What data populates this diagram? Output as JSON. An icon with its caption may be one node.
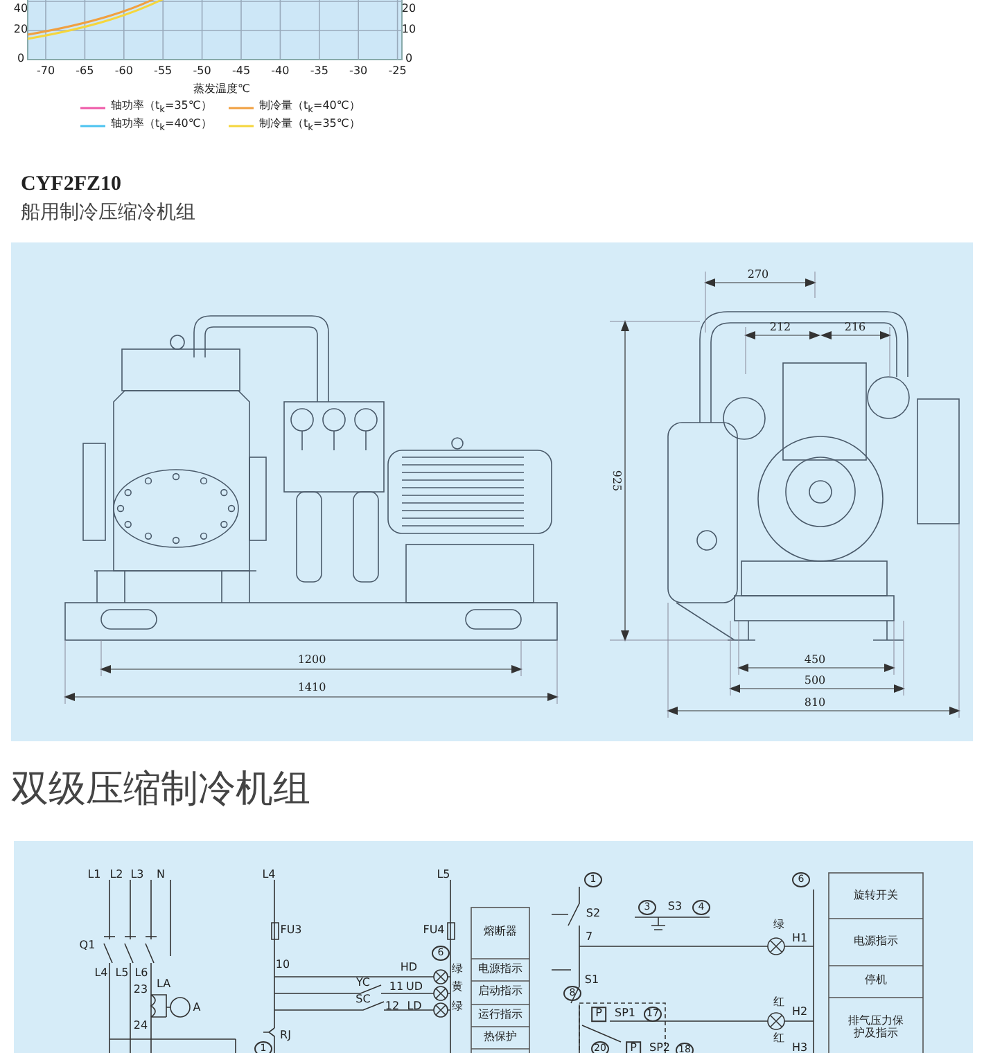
{
  "diagram": {
    "labels": [
      "40",
      "20",
      "0",
      "20",
      "10",
      "0",
      "-70",
      "-65",
      "-60",
      "-55",
      "-50",
      "-45",
      "-40",
      "-35",
      "-30",
      "-25",
      "蒸发温度℃",
      "CYF2FZ10",
      "船用制冷压缩冷机组",
      "270",
      "212",
      "216",
      "925",
      "1200",
      "450",
      "500",
      "1410",
      "810",
      "双级压缩制冷机组",
      "L1",
      "L2",
      "L3",
      "N",
      "Q1",
      "L4",
      "L5",
      "L6",
      "23",
      "LA",
      "A",
      "24",
      "L4",
      "L5",
      "FU3",
      "FU4",
      "6",
      "10",
      "HD",
      "绿",
      "YC",
      "11",
      "UD",
      "黄",
      "SC",
      "12",
      "LD",
      "绿",
      "RJ",
      "1",
      "熔断器",
      "电源指示",
      "启动指示",
      "运行指示",
      "热保护",
      "1",
      "6",
      "S2",
      "3",
      "S3",
      "4",
      "7",
      "绿",
      "H1",
      "S1",
      "8",
      "P",
      "SP1",
      "17",
      "红",
      "H2",
      "20",
      "P",
      "SP2",
      "18",
      "红",
      "H3",
      "旋转开关",
      "电源指示",
      "停机",
      "排气压力保护及指示"
    ],
    "legend": [
      {
        "text": "轴功率（t$_{k}$=35℃）"
      },
      {
        "text": "制冷量（t$_{k}$=40℃）"
      },
      {
        "text": "轴功率（t$_{k}$=40℃）"
      },
      {
        "text": "制冷量（t$_{k}$=35℃）"
      }
    ]
  }
}
